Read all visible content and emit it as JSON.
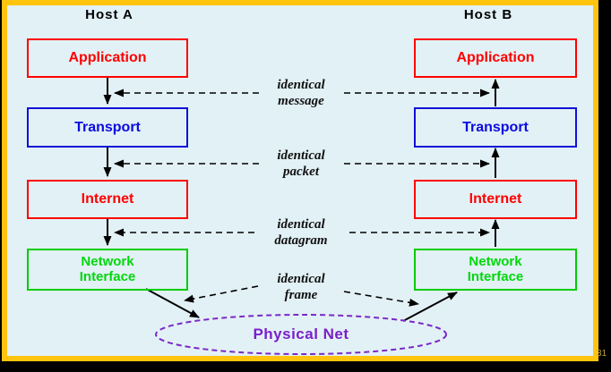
{
  "page": {
    "number": "31"
  },
  "colors": {
    "border_yellow": "#FFC40D",
    "background": "#E2F1F6",
    "red_layer": "#FF0000",
    "blue_layer": "#0B0BE0",
    "green_layer": "#00CC00",
    "purple_net": "#7A1FC8",
    "annotation_black": "#111111",
    "page_number_gold": "#BCA145"
  },
  "host_a": {
    "title": "Host A",
    "layers": [
      {
        "label": "Application"
      },
      {
        "label": "Transport"
      },
      {
        "label": "Internet"
      },
      {
        "label": "Network\nInterface"
      }
    ]
  },
  "host_b": {
    "title": "Host B",
    "layers": [
      {
        "label": "Application"
      },
      {
        "label": "Transport"
      },
      {
        "label": "Internet"
      },
      {
        "label": "Network\nInterface"
      }
    ]
  },
  "annotations": [
    {
      "text": "identical\nmessage"
    },
    {
      "text": "identical\npacket"
    },
    {
      "text": "identical\ndatagram"
    },
    {
      "text": "identical\nframe"
    }
  ],
  "physical_net": {
    "label": "Physical Net"
  }
}
